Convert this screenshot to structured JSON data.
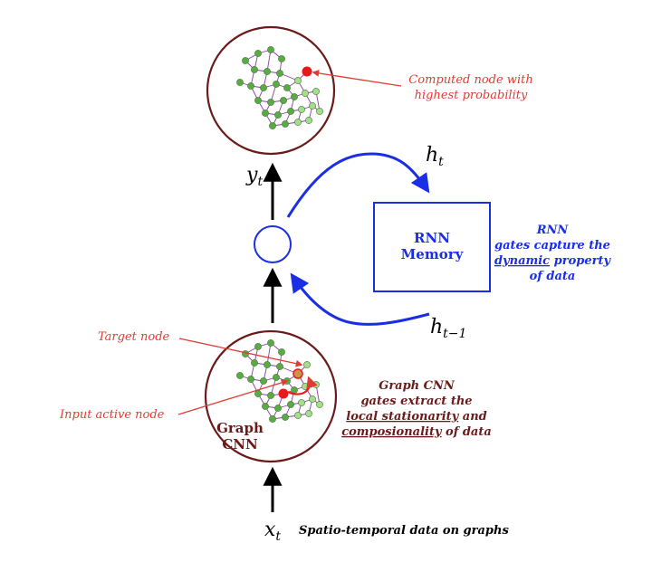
{
  "colors": {
    "circle": "#6b1a1a",
    "blue": "#1a2ee6",
    "annotation": "#e03c31",
    "node": "#5aaa45",
    "node_light": "#a6dc8e",
    "edge": "#8a3fa6",
    "highlight": "#e8191a",
    "cnn_text": "#6b1a1a"
  },
  "labels": {
    "y_t": "y",
    "y_sub": "t",
    "x_t": "x",
    "x_sub": "t",
    "h_t": "h",
    "h_t_sub": "t",
    "h_prev": "h",
    "h_prev_sub": "t−1",
    "rnn_box_line1": "RNN",
    "rnn_box_line2": "Memory",
    "graph_cnn_line1": "Graph",
    "graph_cnn_line2": "CNN",
    "computed_node_line1": "Computed node with",
    "computed_node_line2": "highest probability",
    "target_node": "Target node",
    "input_active_node": "Input active node",
    "rnn_note_line1": "RNN",
    "rnn_note_line2": "gates capture the",
    "rnn_note_line3_u": "dynamic",
    "rnn_note_line3_rest": " property",
    "rnn_note_line4": "of data",
    "cnn_note_line1": "Graph CNN",
    "cnn_note_line2": "gates extract the",
    "cnn_note_line3_u": "local stationarity",
    "cnn_note_line3_rest": " and",
    "cnn_note_line4_u": "composionality",
    "cnn_note_line4_rest": " of data",
    "input_caption": "Spatio-temporal data on graphs"
  }
}
